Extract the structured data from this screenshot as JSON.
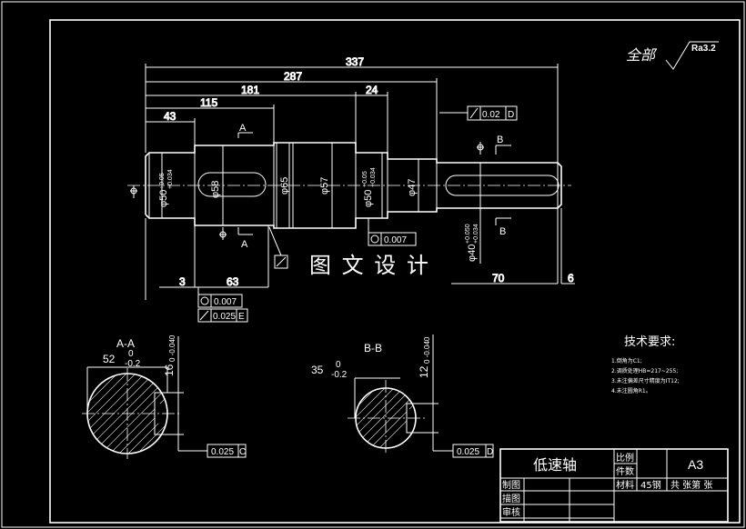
{
  "roughness_note": {
    "prefix": "全部",
    "value": "Ra3.2"
  },
  "watermark": "图 文 设 计",
  "dims": {
    "d337": "337",
    "d287": "287",
    "d181": "181",
    "d24": "24",
    "d115": "115",
    "d43": "43",
    "d3": "3",
    "d63": "63",
    "d70": "70",
    "d6": "6"
  },
  "diameters": {
    "phi50_left": "φ50",
    "phi50_left_tol_up": "+0.05",
    "phi50_left_tol_lo": "+0.034",
    "phi58": "φ58",
    "phi65": "φ65",
    "phi57": "φ57",
    "phi50_right": "φ50",
    "phi50_right_tol_up": "+0.05",
    "phi50_right_tol_lo": "+0.034",
    "phi47": "φ47",
    "phi40": "φ40",
    "phi40_tol_up": "+0.050",
    "phi40_tol_lo": "+0.034"
  },
  "tolerances": {
    "runout_top": "0.02",
    "runout_top_datum": "D",
    "box_mid": "0.007",
    "box_bl1": "0.007",
    "box_bl2": "0.025",
    "box_bl2_datum": "E",
    "sec_a_box": "0.025",
    "sec_a_datum": "C",
    "sec_b_box": "0.025",
    "sec_b_datum": "D"
  },
  "section_marks": {
    "a": "A",
    "b": "B"
  },
  "section_a": {
    "title": "A-A",
    "w_val": "52",
    "w_up": "0",
    "w_lo": "-0.2",
    "key_val": "16",
    "key_tol": "0 -0.040"
  },
  "section_b": {
    "title": "B-B",
    "w_val": "35",
    "w_up": "0",
    "w_lo": "-0.2",
    "key_val": "12",
    "key_tol": "0 -0.040"
  },
  "requirements": {
    "title": "技术要求:",
    "items": [
      "1.倒角为C1;",
      "2.调质处理HB=217~255;",
      "3.未注偏差尺寸精度为IT12;",
      "4.未注圆角R1。"
    ]
  },
  "title_block": {
    "part_name": "低速轴",
    "scale_label": "比例",
    "qty_label": "件数",
    "sheet_size": "A3",
    "material_label": "材料",
    "material": "45钢",
    "sheets": "共 张第 张",
    "row_labels": [
      "制图",
      "描图",
      "审核"
    ]
  }
}
